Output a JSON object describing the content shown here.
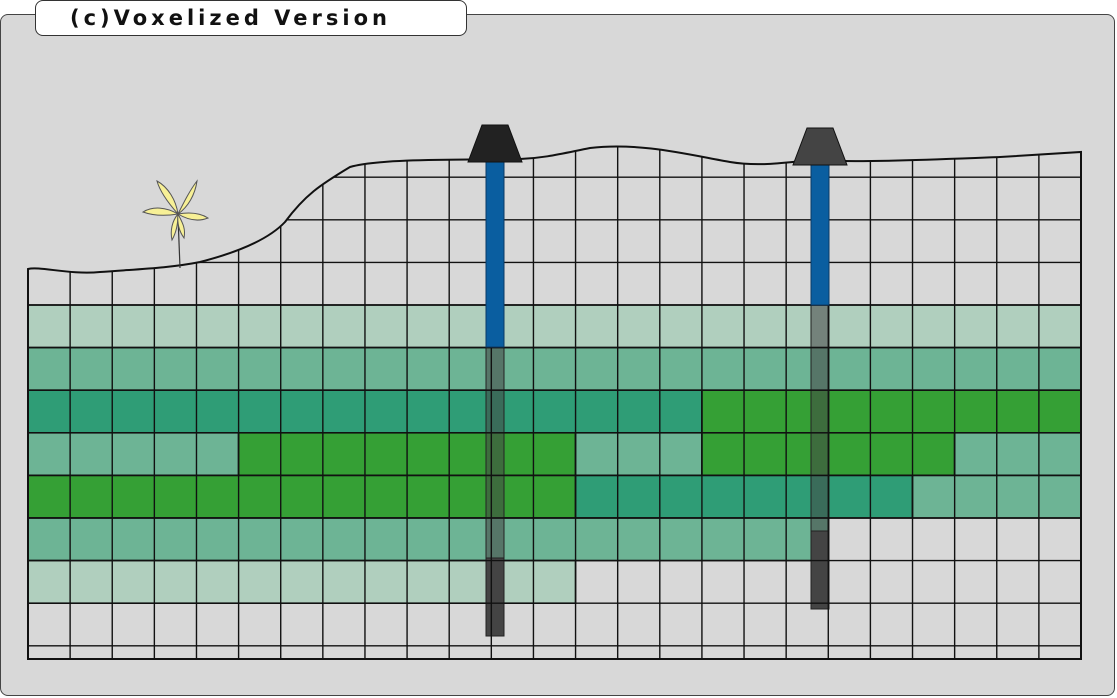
{
  "title": "(c)Voxelized Version",
  "grid": {
    "columns": 25,
    "rows": 12
  },
  "colors": {
    "panel_background": "#d8d8d8",
    "grid_line": "#111111",
    "soil_pale": "#b0cfbe",
    "soil_medium": "#6db495",
    "soil_teal": "#2f9d76",
    "soil_green": "#35a035",
    "well_casing": "#0a5ea0",
    "well_deep": "#444444",
    "wellhead_left": "#222222",
    "wellhead_right": "#444444",
    "plant": "#f7f096"
  },
  "layers": [
    {
      "name": "layer-1",
      "segments": [
        {
          "from": 0,
          "to": 25,
          "fill": "soil_pale"
        }
      ]
    },
    {
      "name": "layer-2",
      "segments": [
        {
          "from": 0,
          "to": 25,
          "fill": "soil_medium"
        }
      ]
    },
    {
      "name": "layer-3",
      "segments": [
        {
          "from": 0,
          "to": 16,
          "fill": "soil_teal"
        },
        {
          "from": 16,
          "to": 25,
          "fill": "soil_green"
        }
      ]
    },
    {
      "name": "layer-4",
      "segments": [
        {
          "from": 0,
          "to": 5,
          "fill": "soil_medium"
        },
        {
          "from": 5,
          "to": 13,
          "fill": "soil_green"
        },
        {
          "from": 13,
          "to": 16,
          "fill": "soil_medium"
        },
        {
          "from": 16,
          "to": 22,
          "fill": "soil_green"
        },
        {
          "from": 22,
          "to": 25,
          "fill": "soil_medium"
        }
      ]
    },
    {
      "name": "layer-5",
      "segments": [
        {
          "from": 0,
          "to": 13,
          "fill": "soil_green"
        },
        {
          "from": 13,
          "to": 21,
          "fill": "soil_teal"
        },
        {
          "from": 21,
          "to": 25,
          "fill": "soil_medium"
        }
      ]
    },
    {
      "name": "layer-6",
      "segments": [
        {
          "from": 0,
          "to": 19,
          "fill": "soil_medium"
        }
      ]
    },
    {
      "name": "layer-7",
      "segments": [
        {
          "from": 0,
          "to": 13,
          "fill": "soil_pale"
        }
      ]
    }
  ],
  "wells": [
    {
      "name": "well-left",
      "head_color": "wellhead_left"
    },
    {
      "name": "well-right",
      "head_color": "wellhead_right"
    }
  ]
}
